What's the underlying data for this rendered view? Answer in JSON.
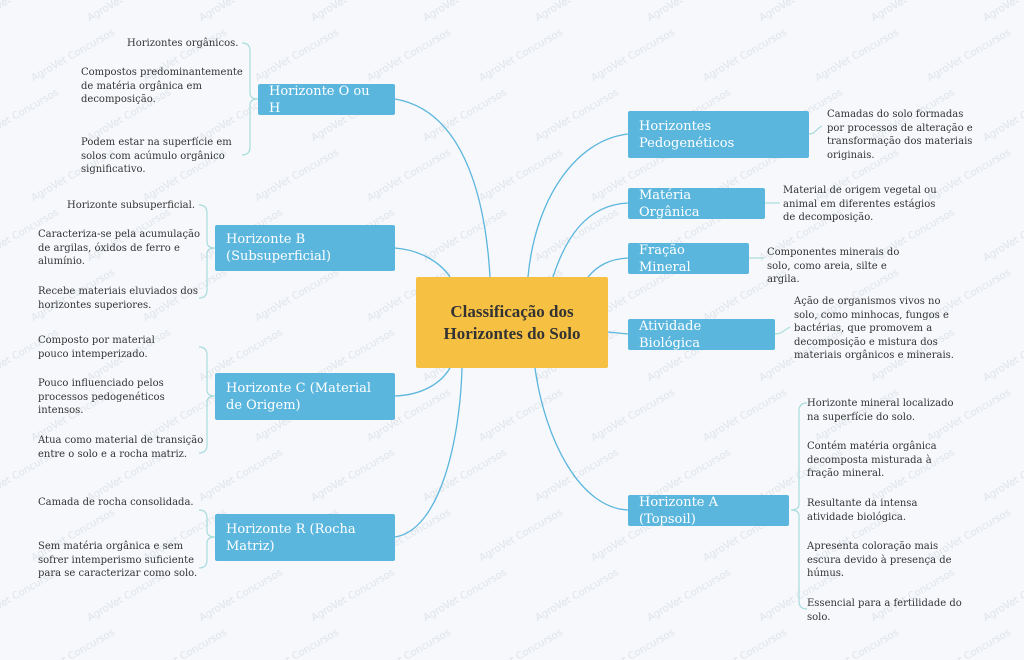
{
  "center_title": "Classificação dos Horizontes do Solo",
  "watermark_text": "AgroVet Concursos",
  "colors": {
    "node": "#5bb6de",
    "center": "#f6c143",
    "line": "#5bb6de",
    "bracket": "#a8dcdc",
    "text": "#333333"
  },
  "left_nodes": [
    {
      "id": "o",
      "label": "Horizonte O ou H",
      "items": [
        "Horizontes orgânicos.",
        "Compostos predominantemente de matéria orgânica em decomposição.",
        "Podem estar na superfície em solos com acúmulo orgânico significativo."
      ]
    },
    {
      "id": "b",
      "label": "Horizonte B (Subsuperficial)",
      "items": [
        "Horizonte subsuperficial.",
        "Caracteriza-se pela acumulação de argilas, óxidos de ferro e alumínio.",
        "Recebe materiais eluviados dos horizontes superiores."
      ]
    },
    {
      "id": "c",
      "label": "Horizonte C (Material de Origem)",
      "items": [
        "Composto por material pouco intemperizado.",
        "Pouco influenciado pelos processos pedogenéticos intensos.",
        "Atua como material de transição entre o solo e a rocha matriz."
      ]
    },
    {
      "id": "r",
      "label": "Horizonte R (Rocha Matriz)",
      "items": [
        "Camada de rocha consolidada.",
        "Sem matéria orgânica e sem sofrer intemperismo suficiente para se caracterizar como solo."
      ]
    }
  ],
  "right_nodes": [
    {
      "id": "ped",
      "label": "Horizontes Pedogenéticos",
      "items": [
        "Camadas do solo formadas por processos de alteração e transformação dos materiais originais."
      ]
    },
    {
      "id": "mo",
      "label": "Matéria Orgânica",
      "items": [
        "Material de origem vegetal ou animal em diferentes estágios de decomposição."
      ]
    },
    {
      "id": "fm",
      "label": "Fração Mineral",
      "items": [
        "Componentes minerais do solo, como areia, silte e argila."
      ]
    },
    {
      "id": "ab",
      "label": "Atividade Biológica",
      "items": [
        "Ação de organismos vivos no solo, como minhocas, fungos e bactérias, que promovem a decomposição e mistura dos materiais orgânicos e minerais."
      ]
    },
    {
      "id": "a",
      "label": "Horizonte A (Topsoil)",
      "items": [
        "Horizonte mineral localizado na superfície do solo.",
        "Contém matéria orgânica decomposta misturada à fração mineral.",
        "Resultante da intensa atividade biológica.",
        "Apresenta coloração mais escura devido à presença de húmus.",
        "Essencial para a fertilidade do solo."
      ]
    }
  ]
}
